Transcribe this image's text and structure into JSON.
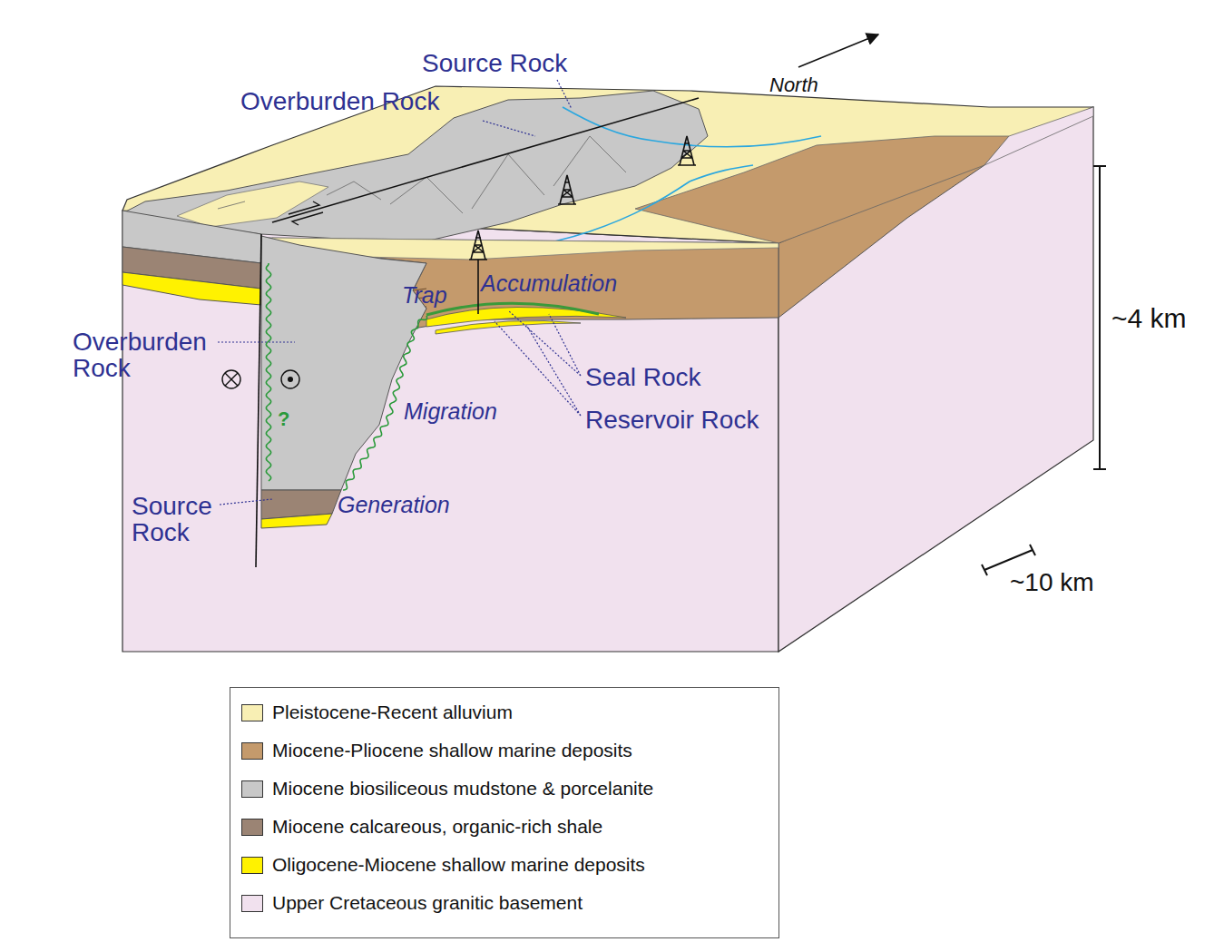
{
  "diagram": {
    "labels": [
      "North",
      "Source Rock",
      "Overburden Rock",
      "Trap",
      "Accumulation",
      "Overburden Rock",
      "Seal Rock",
      "Migration",
      "Reservoir Rock",
      "?",
      "~4 km",
      "Source Rock",
      "Generation",
      "~10 km"
    ],
    "legend": [
      {
        "text": "Pleistocene-Recent alluvium",
        "color": "#f8efb4"
      },
      {
        "text": "Miocene-Pliocene shallow marine deposits",
        "color": "#c49a6c"
      },
      {
        "text": "Miocene biosiliceous mudstone & porcelanite",
        "color": "#c8c8c8"
      },
      {
        "text": "Miocene calcareous, organic-rich shale",
        "color": "#9b8474"
      },
      {
        "text": "Oligocene-Miocene shallow marine deposits",
        "color": "#fff200"
      },
      {
        "text": "Upper Cretaceous granitic basement",
        "color": "#f1e1ee"
      }
    ]
  }
}
